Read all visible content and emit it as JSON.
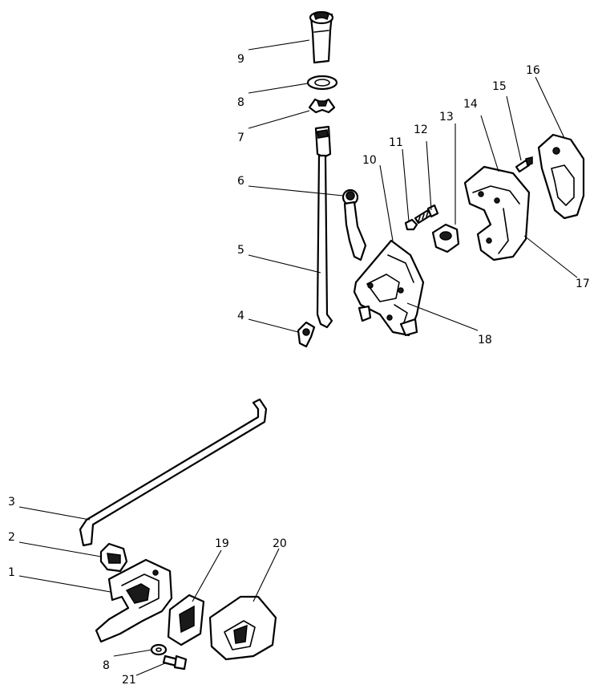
{
  "callouts": [
    {
      "id": "c9",
      "label": "9"
    },
    {
      "id": "c8a",
      "label": "8"
    },
    {
      "id": "c7",
      "label": "7"
    },
    {
      "id": "c6",
      "label": "6"
    },
    {
      "id": "c5",
      "label": "5"
    },
    {
      "id": "c4",
      "label": "4"
    },
    {
      "id": "c10",
      "label": "10"
    },
    {
      "id": "c11",
      "label": "11"
    },
    {
      "id": "c12",
      "label": "12"
    },
    {
      "id": "c13",
      "label": "13"
    },
    {
      "id": "c14",
      "label": "14"
    },
    {
      "id": "c15",
      "label": "15"
    },
    {
      "id": "c16",
      "label": "16"
    },
    {
      "id": "c17",
      "label": "17"
    },
    {
      "id": "c18",
      "label": "18"
    },
    {
      "id": "c3",
      "label": "3"
    },
    {
      "id": "c2",
      "label": "2"
    },
    {
      "id": "c1",
      "label": "1"
    },
    {
      "id": "c19",
      "label": "19"
    },
    {
      "id": "c20",
      "label": "20"
    },
    {
      "id": "c8b",
      "label": "8"
    },
    {
      "id": "c21",
      "label": "21"
    }
  ]
}
